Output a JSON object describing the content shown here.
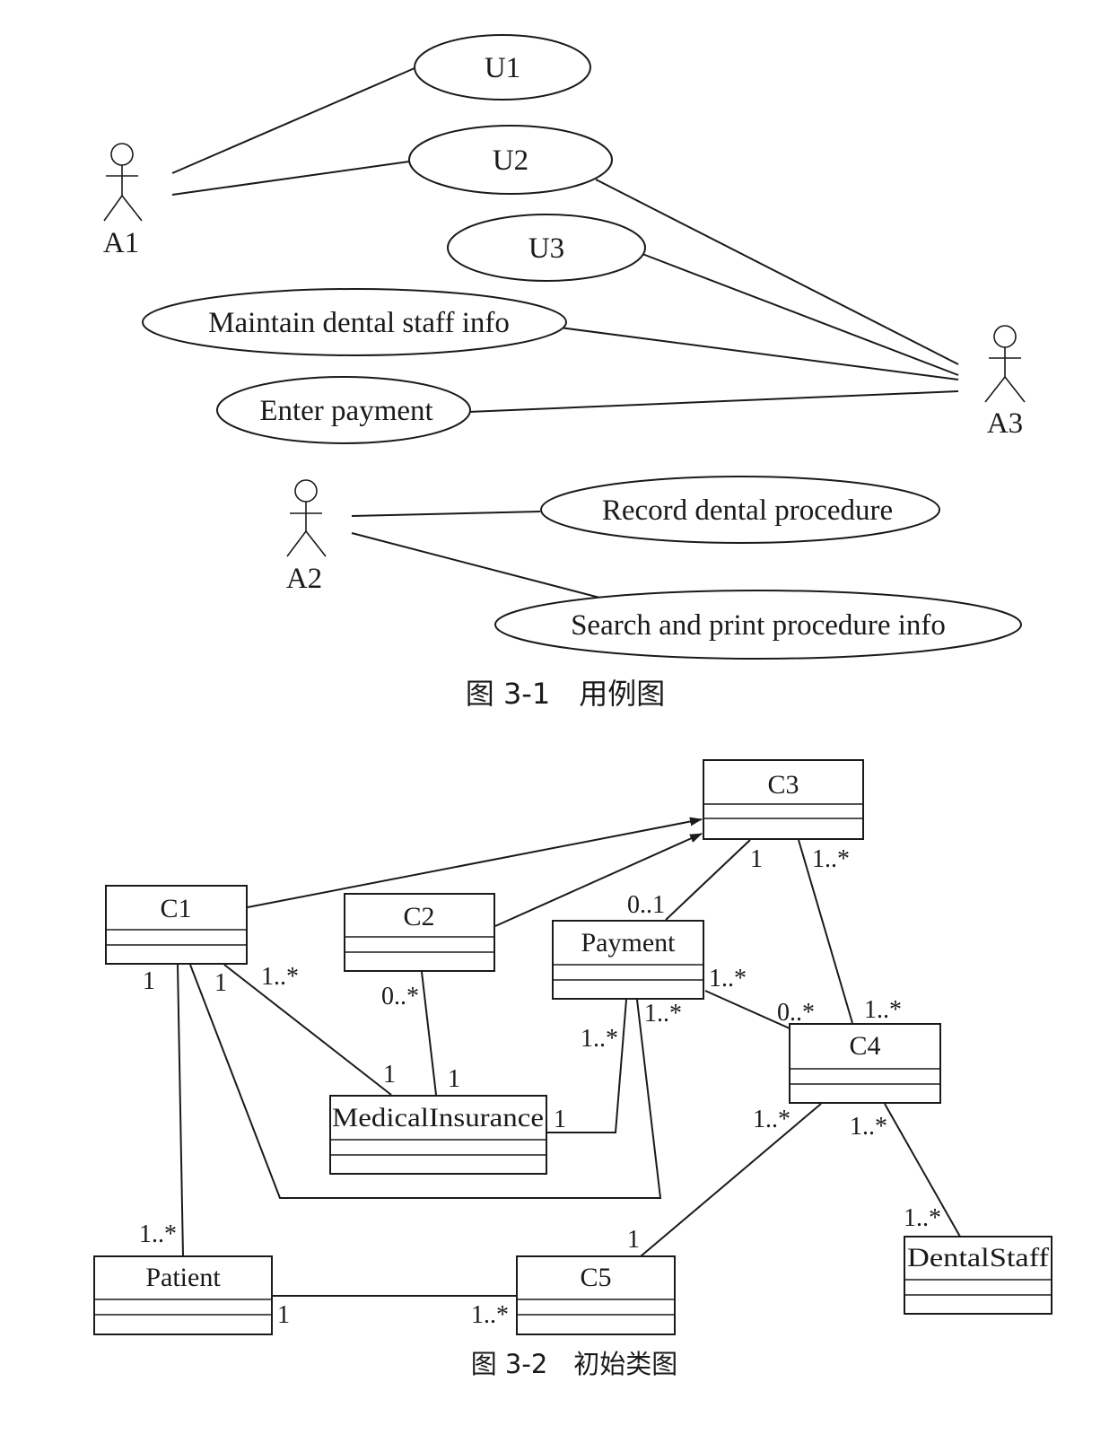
{
  "use_case_diagram": {
    "actors": {
      "a1": "A1",
      "a2": "A2",
      "a3": "A3"
    },
    "use_cases": {
      "u1": "U1",
      "u2": "U2",
      "u3": "U3",
      "maintain": "Maintain dental staff info",
      "enter_payment": "Enter payment",
      "record": "Record dental procedure",
      "search": "Search and print procedure info"
    },
    "caption": "图 3-1　用例图"
  },
  "class_diagram": {
    "classes": {
      "c1": "C1",
      "c2": "C2",
      "c3": "C3",
      "c4": "C4",
      "c5": "C5",
      "payment": "Payment",
      "medical_insurance": "MedicalInsurance",
      "patient": "Patient",
      "dental_staff": "DentalStaff"
    },
    "multiplicities": {
      "c3_payment_c3end": "1",
      "c3_payment_payend": "0..1",
      "c3_c4_c3end": "1..*",
      "c3_c4_c4end": "1..*",
      "c1_patient_c1end": "1",
      "c1_patient_patend": "1..*",
      "c1_payment_c1end": "1",
      "c1_payment_payend": "1..*",
      "c1_mi_c1end": "1..*",
      "c1_mi_miend": "1",
      "c2_mi_c2end": "0..*",
      "c2_mi_miend": "1",
      "mi_payment_miend": "1",
      "mi_payment_payend": "1..*",
      "payment_c4_payend": "1..*",
      "payment_c4_c4end": "0..*",
      "c4_c5_c4end": "1..*",
      "c4_c5_c5end": "1",
      "c4_staff_c4end": "1..*",
      "c4_staff_staffend": "1..*",
      "patient_c5_patend": "1",
      "patient_c5_c5end": "1..*"
    },
    "caption": "图 3-2　初始类图"
  }
}
